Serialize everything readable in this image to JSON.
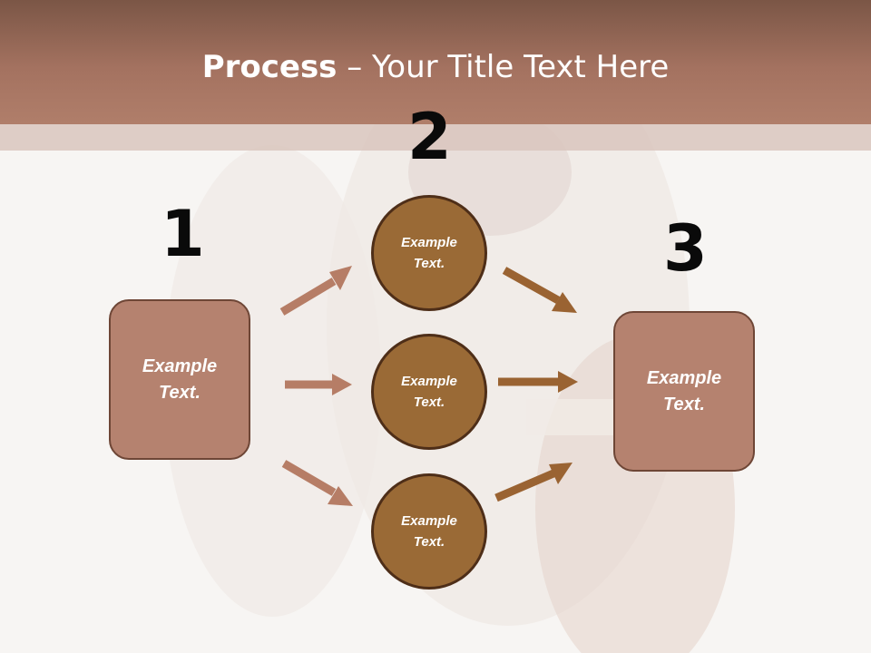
{
  "title": {
    "bold": "Process",
    "rest": " – Your Title Text Here"
  },
  "steps": {
    "one": "1",
    "two": "2",
    "three": "3"
  },
  "nodes": {
    "left_box": "Example Text.",
    "circle_top": "Example Text.",
    "circle_middle": "Example Text.",
    "circle_bottom": "Example Text.",
    "right_box": "Example Text."
  },
  "colors": {
    "header": "#a47260",
    "box_fill": "#b5826f",
    "circle_fill": "#9a6a36",
    "arrow_left": "#b67d66",
    "arrow_right": "#9a6332"
  }
}
